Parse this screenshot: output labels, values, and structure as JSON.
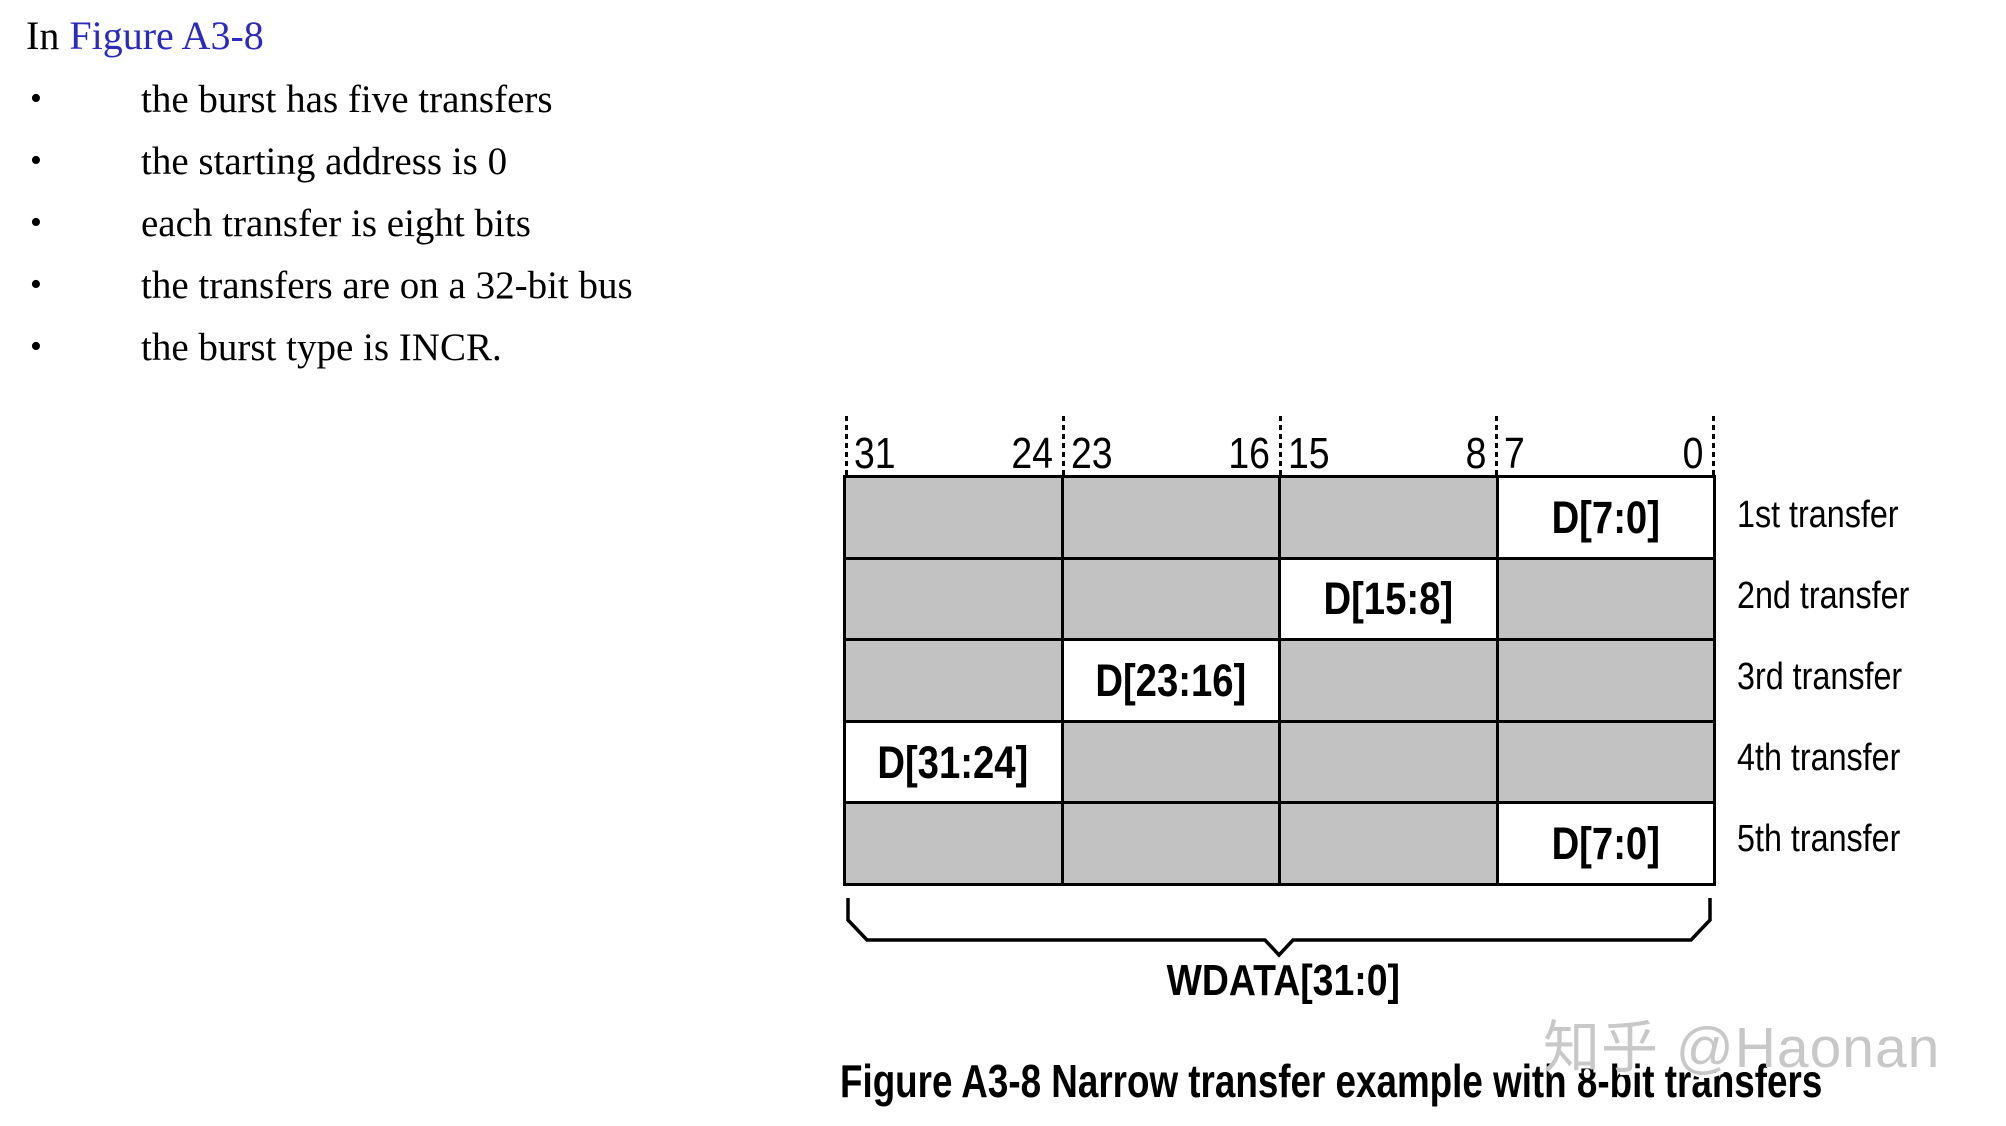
{
  "intro": {
    "prefix": "In ",
    "link_text": "Figure A3-8"
  },
  "bullet_list": {
    "bullet_char": "•",
    "items": [
      "the burst has five transfers",
      "the starting address is 0",
      "each transfer is eight bits",
      "the transfers are on a 32-bit bus",
      "the burst type is INCR."
    ]
  },
  "figure": {
    "bit_ranges": [
      {
        "high": "31",
        "low": "24"
      },
      {
        "high": "23",
        "low": "16"
      },
      {
        "high": "15",
        "low": "8"
      },
      {
        "high": "7",
        "low": "0"
      }
    ],
    "transfers": [
      {
        "label": "1st transfer",
        "cell_text": "D[7:0]",
        "active_col": 3
      },
      {
        "label": "2nd transfer",
        "cell_text": "D[15:8]",
        "active_col": 2
      },
      {
        "label": "3rd transfer",
        "cell_text": "D[23:16]",
        "active_col": 1
      },
      {
        "label": "4th transfer",
        "cell_text": "D[31:24]",
        "active_col": 0
      },
      {
        "label": "5th transfer",
        "cell_text": "D[7:0]",
        "active_col": 3
      }
    ],
    "bus_label": "WDATA[31:0]",
    "caption": "Figure A3-8 Narrow transfer example with 8-bit transfers"
  },
  "watermark": {
    "text": "知乎 @Haonan"
  },
  "colors": {
    "link_blue": "#2a2ac0",
    "inactive_cell_gray": "#c2c2c2",
    "cell_border_black": "#000000",
    "watermark_gray": "#c8c8c8",
    "text_black": "#000000"
  }
}
